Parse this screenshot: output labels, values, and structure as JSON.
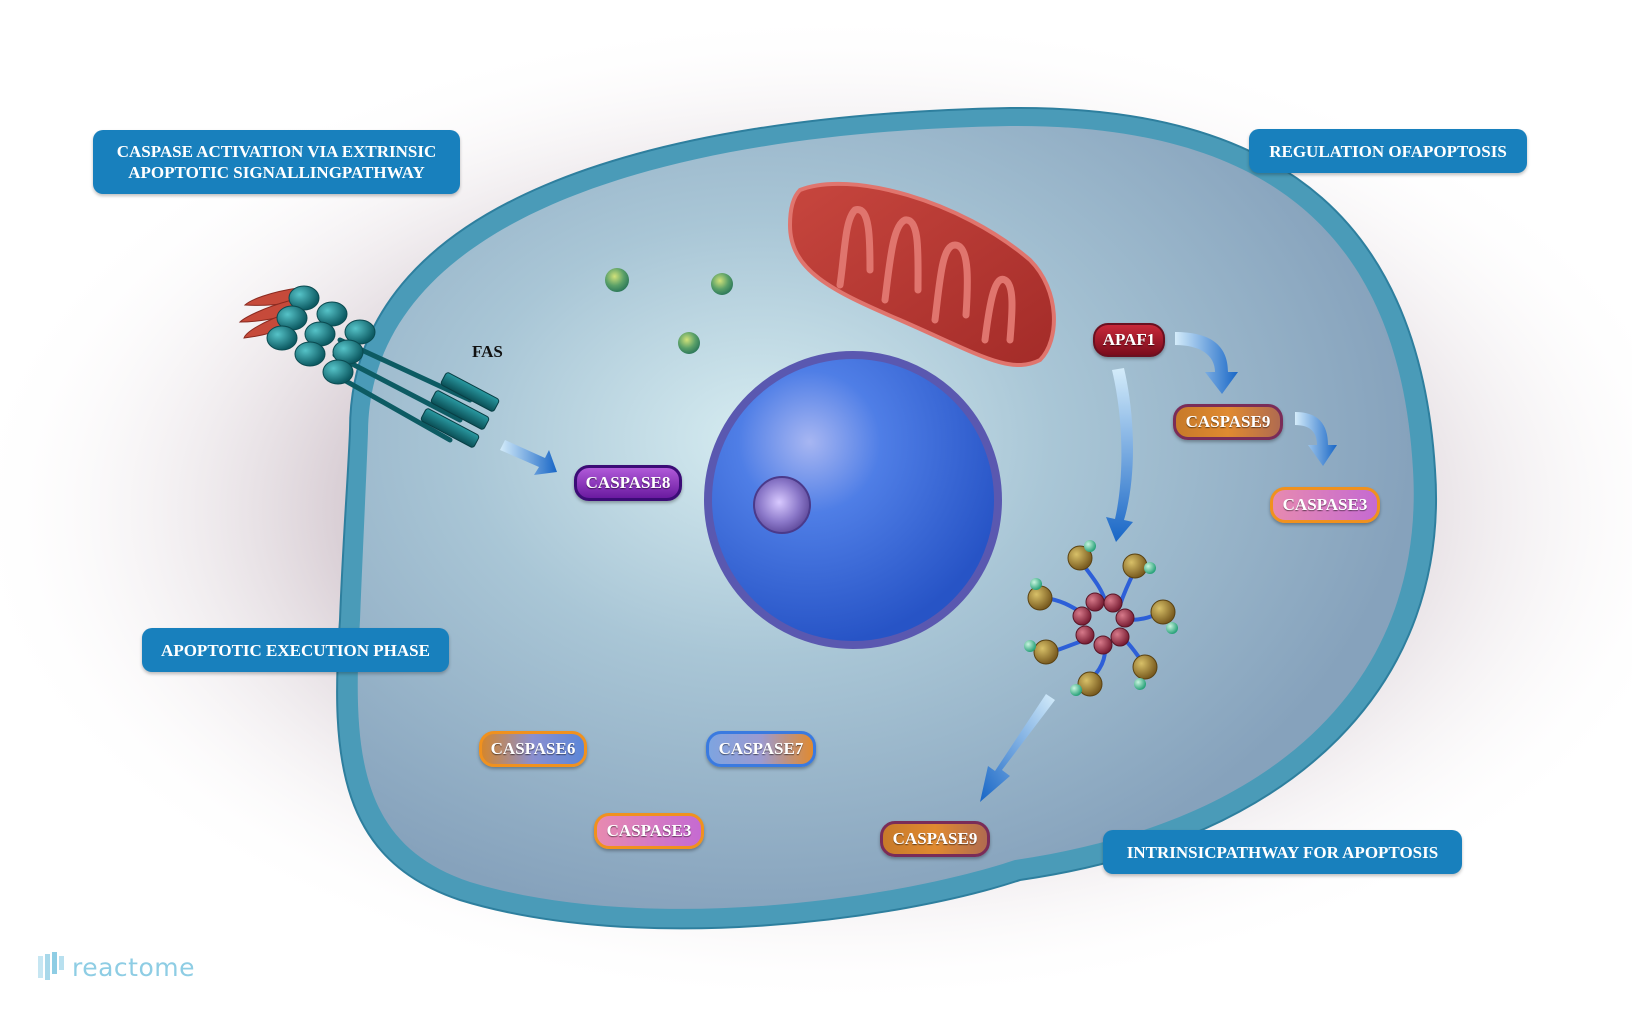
{
  "pathway_boxes": {
    "extrinsic": {
      "line1": "CASPASE ACTIVATION VIA EXTRINSIC",
      "line2": "APOPTOTIC SIGNALLINGPATHWAY"
    },
    "regulation": "REGULATION OFAPOPTOSIS",
    "execution": "APOPTOTIC EXECUTION PHASE",
    "intrinsic": "INTRINSICPATHWAY FOR APOPTOSIS"
  },
  "labels": {
    "fas": "FAS",
    "apaf1": "APAF1",
    "caspase8": "CASPASE8",
    "caspase9_top": "CASPASE9",
    "caspase3_right": "CASPASE3",
    "caspase6": "CASPASE6",
    "caspase7": "CASPASE7",
    "caspase3_bottom": "CASPASE3",
    "caspase9_bottom": "CASPASE9"
  },
  "logo": {
    "text": "reactome"
  },
  "colors": {
    "pathway_box": "#1880bd",
    "cell_membrane": "#4a9bb8",
    "cytoplasm": "#9fbccd",
    "nucleus": "#2a5fd0",
    "mitochondrion": "#b4342f",
    "arrow": "#1a6fc9",
    "logo": "#8ecde4"
  }
}
